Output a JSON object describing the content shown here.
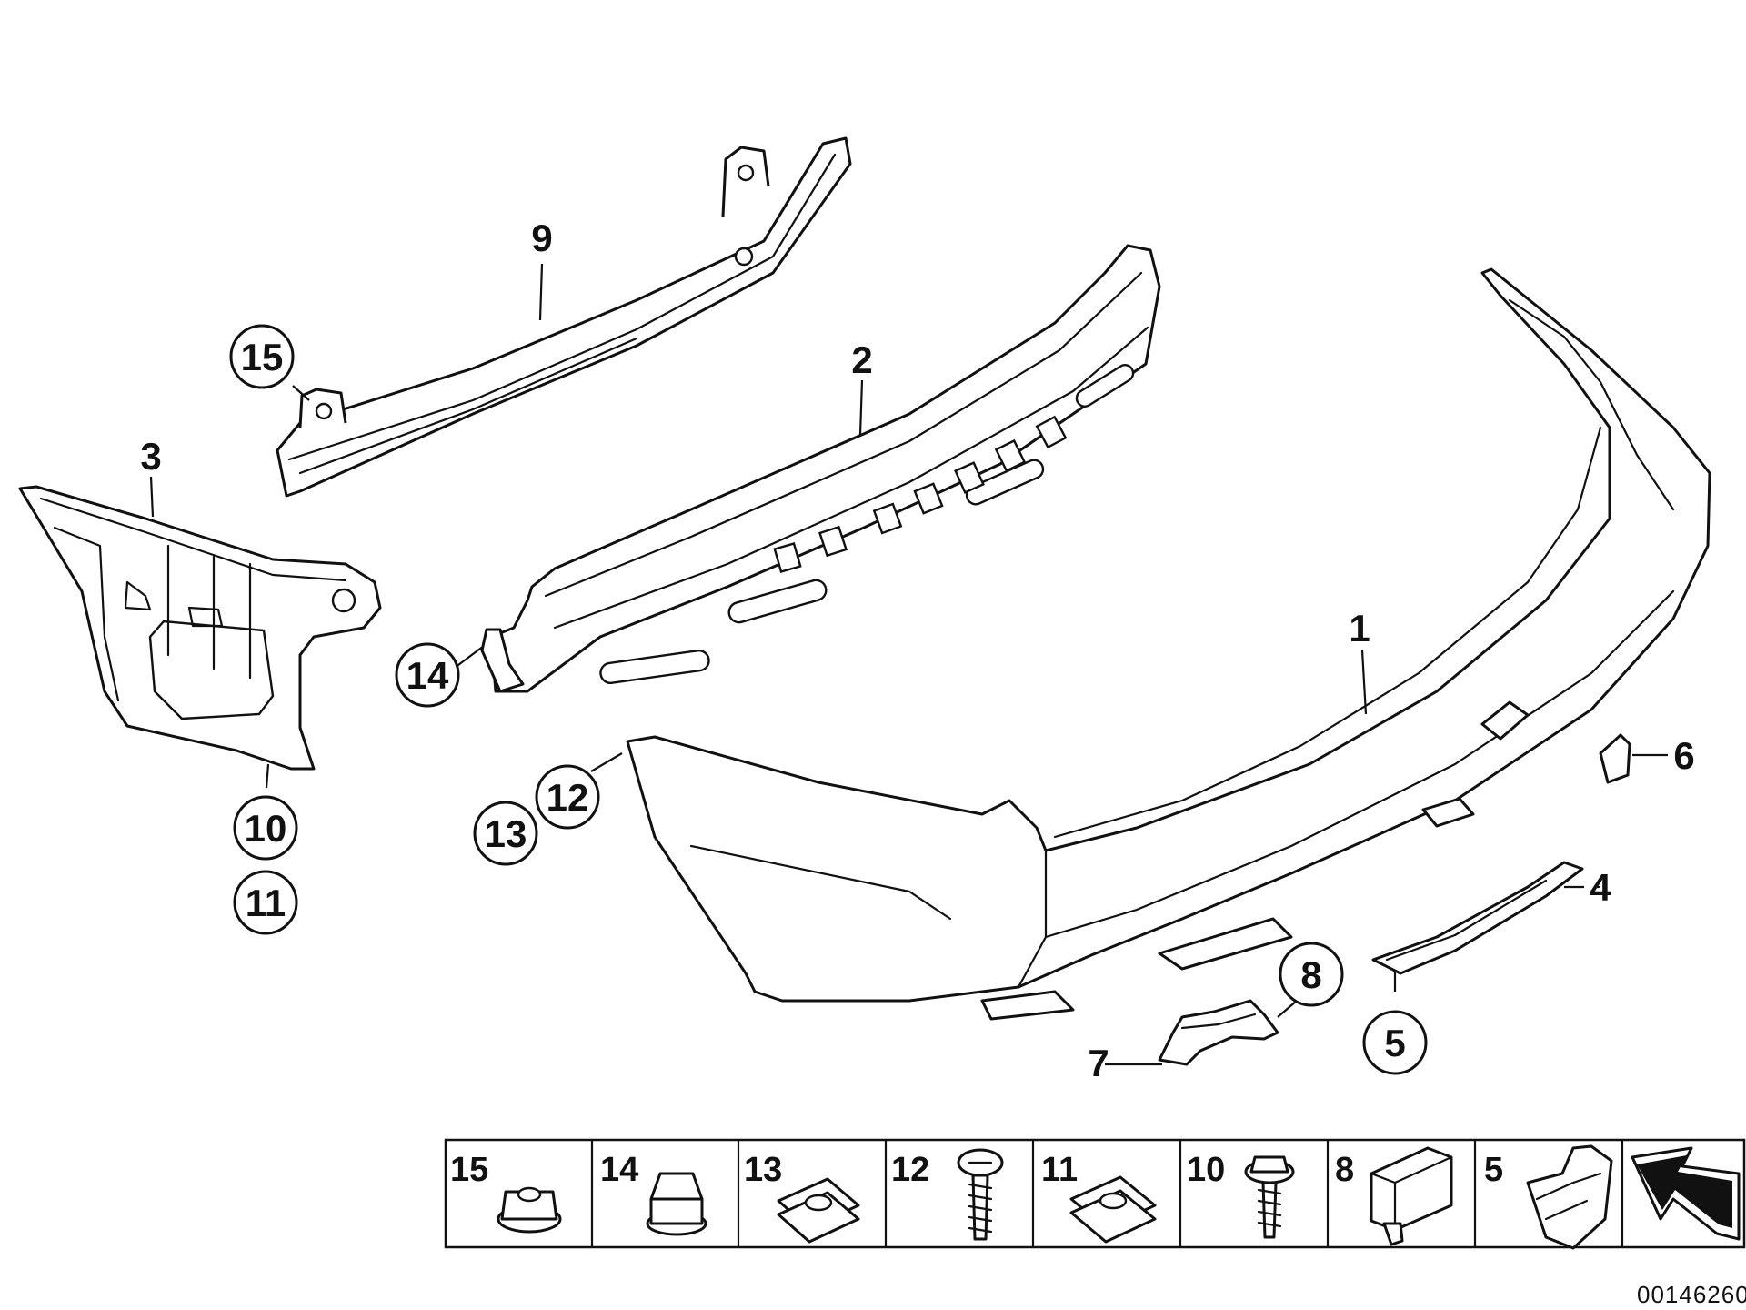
{
  "callouts": {
    "c1": "1",
    "c2": "2",
    "c3": "3",
    "c4": "4",
    "c5": "5",
    "c6": "6",
    "c7": "7",
    "c8": "8",
    "c9": "9",
    "c10": "10",
    "c11": "11",
    "c12": "12",
    "c13": "13",
    "c14": "14",
    "c15": "15"
  },
  "legend": {
    "items": [
      {
        "number": "15",
        "icon": "flange-nut-icon"
      },
      {
        "number": "14",
        "icon": "plastic-nut-icon"
      },
      {
        "number": "13",
        "icon": "spring-clip-nut-icon"
      },
      {
        "number": "12",
        "icon": "screw-icon"
      },
      {
        "number": "11",
        "icon": "spring-clip-nut-icon"
      },
      {
        "number": "10",
        "icon": "hex-bolt-icon"
      },
      {
        "number": "8",
        "icon": "bracket-clip-icon"
      },
      {
        "number": "5",
        "icon": "mounting-clip-icon"
      }
    ],
    "arrow": "direction-arrow-icon"
  },
  "diagram_id": "00146260"
}
